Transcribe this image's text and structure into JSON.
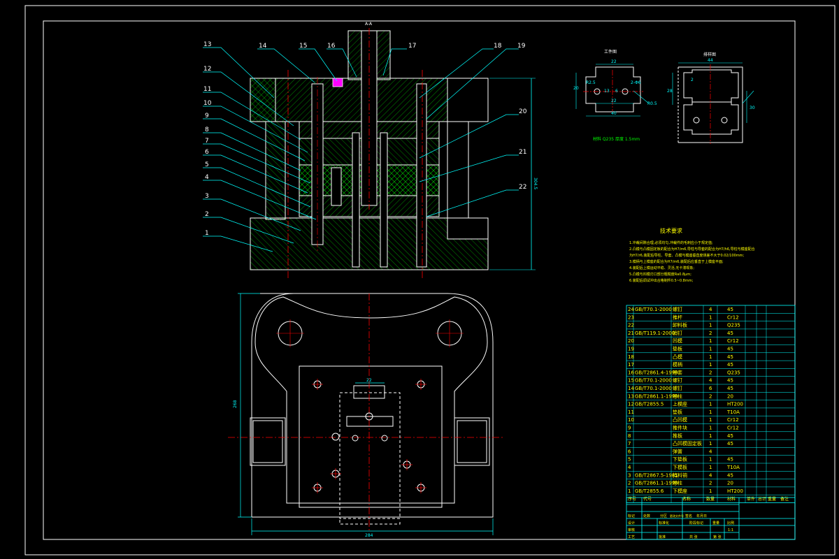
{
  "section_label": "A-A",
  "callouts_left": [
    "13",
    "12",
    "11",
    "10",
    "9",
    "8",
    "7",
    "6",
    "5",
    "4",
    "3",
    "2",
    "1"
  ],
  "callouts_top": [
    "14",
    "15",
    "16",
    "17",
    "18",
    "19"
  ],
  "callouts_right": [
    "20",
    "21",
    "22"
  ],
  "dimensions": {
    "total_height": "304.5",
    "plan_height": "268",
    "plan_width": "284",
    "slot_width": "22"
  },
  "part_views": {
    "blank_title": "工件图",
    "strip_title": "排样图",
    "material_note": "材料 Q235 厚度 1.5mm",
    "blank_dims": [
      "22",
      "R2.5",
      "20",
      "2-Φ6",
      "22",
      "40",
      "13",
      "6",
      "R0.5"
    ],
    "strip_dims": [
      "44",
      "2",
      "28",
      "30"
    ]
  },
  "tech_requirements": {
    "title": "技术要求",
    "lines": [
      "1.冲裁间隙合理,必须均匀,冲裁件的毛刺应小于规定值;",
      "2.凸模与凸模固定板的配合为H7/m6,导柱与导套的配合为H7/h6,导柱与模座配合",
      "  为H7/r6,装配后导柱、导套、凸模与模座垂直度误差不大于0.02/100mm;",
      "3.模柄与上模座的配合为H7/m6,装配后应垂直于上模座平面;",
      "4.装配后上模运动平稳、灵活,无卡滞现象;",
      "5.凸模与凹模刃口部分粗糙度Ra0.8μm;",
      "6.装配后调试冲出合格制件0.5~0.8mm;"
    ]
  },
  "bom": {
    "rows": [
      {
        "no": "24",
        "std": "GB/T70.1-2000",
        "name": "螺钉",
        "qty": "4",
        "mat": "45"
      },
      {
        "no": "23",
        "std": "",
        "name": "推杆",
        "qty": "1",
        "mat": "Cr12"
      },
      {
        "no": "22",
        "std": "",
        "name": "卸料板",
        "qty": "1",
        "mat": "Q235"
      },
      {
        "no": "21",
        "std": "GB/T119.1-2000",
        "name": "销钉",
        "qty": "2",
        "mat": "45"
      },
      {
        "no": "20",
        "std": "",
        "name": "凹模",
        "qty": "1",
        "mat": "Cr12"
      },
      {
        "no": "19",
        "std": "",
        "name": "垫板",
        "qty": "1",
        "mat": "45"
      },
      {
        "no": "18",
        "std": "",
        "name": "凸模",
        "qty": "1",
        "mat": "45"
      },
      {
        "no": "17",
        "std": "",
        "name": "模柄",
        "qty": "1",
        "mat": "45"
      },
      {
        "no": "16",
        "std": "GB/T2861.4-1990",
        "name": "导套",
        "qty": "2",
        "mat": "Q235"
      },
      {
        "no": "15",
        "std": "GB/T70.1-2000",
        "name": "螺钉",
        "qty": "4",
        "mat": "45"
      },
      {
        "no": "14",
        "std": "GB/T70.1-2000",
        "name": "螺钉",
        "qty": "6",
        "mat": "45"
      },
      {
        "no": "13",
        "std": "GB/T2861.1-1990",
        "name": "导柱",
        "qty": "2",
        "mat": "20"
      },
      {
        "no": "12",
        "std": "GB/T2855.5",
        "name": "上模座",
        "qty": "1",
        "mat": "HT200"
      },
      {
        "no": "11",
        "std": "",
        "name": "垫板",
        "qty": "1",
        "mat": "T10A"
      },
      {
        "no": "10",
        "std": "",
        "name": "凸凹模",
        "qty": "1",
        "mat": "Cr12"
      },
      {
        "no": "9",
        "std": "",
        "name": "推件块",
        "qty": "1",
        "mat": "Cr12"
      },
      {
        "no": "8",
        "std": "",
        "name": "推板",
        "qty": "1",
        "mat": "45"
      },
      {
        "no": "7",
        "std": "",
        "name": "凸凹模固定板",
        "qty": "1",
        "mat": "45"
      },
      {
        "no": "6",
        "std": "",
        "name": "弹簧",
        "qty": "4",
        "mat": ""
      },
      {
        "no": "5",
        "std": "",
        "name": "下垫板",
        "qty": "1",
        "mat": "45"
      },
      {
        "no": "4",
        "std": "",
        "name": "下模板",
        "qty": "1",
        "mat": "T10A"
      },
      {
        "no": "3",
        "std": "GB/T2867.5-1981",
        "name": "挡料销",
        "qty": "4",
        "mat": "45"
      },
      {
        "no": "2",
        "std": "GB/T2861.1-1990",
        "name": "导柱",
        "qty": "2",
        "mat": "20"
      },
      {
        "no": "1",
        "std": "GB/T2855.6",
        "name": "下模座",
        "qty": "1",
        "mat": "HT200"
      }
    ],
    "header": [
      "序号",
      "代号",
      "名称",
      "数量",
      "材料",
      "单件",
      "总计",
      "重量",
      "备注"
    ],
    "title_block": {
      "row1": [
        "标记",
        "处数",
        "分区",
        "更改文件号",
        "签名",
        "年月日"
      ],
      "row2": [
        "设计",
        "标准化",
        "阶段标记",
        "重量",
        "比例"
      ],
      "row3": [
        "审核",
        "",
        "",
        "",
        "1:1"
      ],
      "row4": [
        "工艺",
        "批准",
        "共 张",
        "第 张"
      ]
    }
  },
  "colors": {
    "border": "#ffffff",
    "outline": "#ffffff",
    "hatch": "#00ff00",
    "leader": "#00ffff",
    "center": "#ff0000",
    "table": "#00ffff",
    "accent": "#ff00ff"
  }
}
